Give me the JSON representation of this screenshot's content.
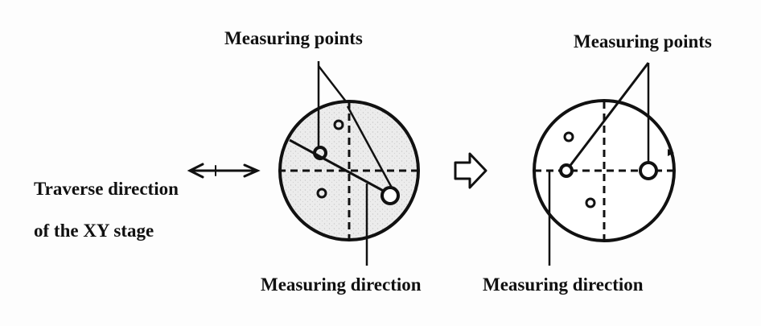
{
  "labels": {
    "measuring_points_left": "Measuring points",
    "measuring_points_right": "Measuring points",
    "traverse_line1": "Traverse direction",
    "traverse_line2": "of  the XY stage",
    "measuring_direction_left": "Measuring direction",
    "measuring_direction_right": "Measuring direction"
  },
  "colors": {
    "ink": "#111111",
    "wafer_fill": "#e9e9e9"
  },
  "icons": [
    "double-arrow-icon",
    "hollow-right-arrow-icon"
  ]
}
